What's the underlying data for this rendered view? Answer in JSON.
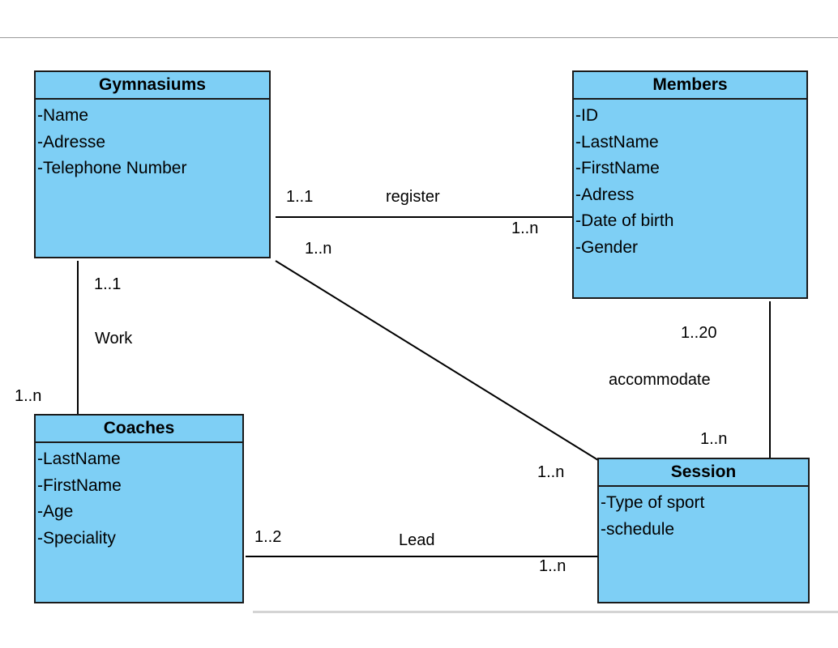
{
  "entities": {
    "gymnasiums": {
      "title": "Gymnasiums",
      "attrs": [
        "-Name",
        "-Adresse",
        "-Telephone Number"
      ]
    },
    "members": {
      "title": "Members",
      "attrs": [
        "-ID",
        "-LastName",
        "-FirstName",
        "-Adress",
        "-Date of birth",
        "-Gender"
      ]
    },
    "coaches": {
      "title": "Coaches",
      "attrs": [
        "-LastName",
        "-FirstName",
        "-Age",
        "-Speciality"
      ]
    },
    "session": {
      "title": "Session",
      "attrs": [
        "-Type of sport",
        "-schedule"
      ]
    }
  },
  "relations": {
    "register": {
      "name": "register",
      "from_mult": "1..1",
      "to_mult": "1..n"
    },
    "gym_session": {
      "from_mult": "1..n",
      "to_mult": "1..n"
    },
    "work": {
      "name": "Work",
      "from_mult": "1..1",
      "to_mult": "1..n"
    },
    "accommodate": {
      "name": "accommodate",
      "from_mult": "1..20",
      "to_mult": "1..n"
    },
    "lead": {
      "name": "Lead",
      "from_mult": "1..2",
      "to_mult": "1..n"
    }
  },
  "colors": {
    "entity_fill": "#7ecff5",
    "border": "#1a1a1a"
  }
}
